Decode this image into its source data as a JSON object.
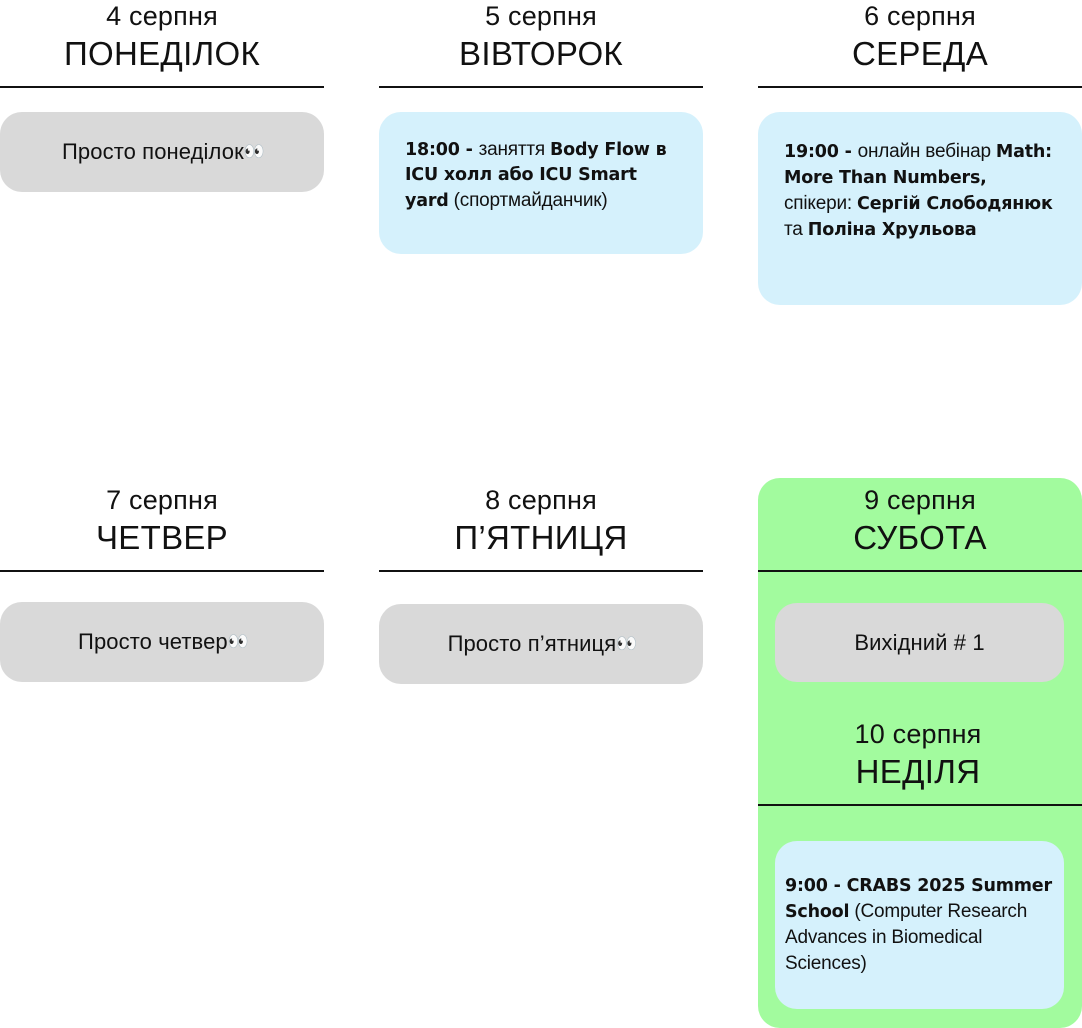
{
  "days": [
    {
      "date": "4 серпня",
      "day": "ПОНЕДІЛОК",
      "text": "Просто понеділок",
      "eyes": "👀"
    },
    {
      "date": "5 серпня",
      "day": "ВІВТОРОК",
      "event": {
        "time": "18:00",
        "dash": " - ",
        "desc": "заняття ",
        "title": "Body Flow в ICU холл або ICU Smart yard",
        "note": " (спортмайданчик)"
      }
    },
    {
      "date": "6 серпня",
      "day": "СЕРЕДА",
      "event": {
        "time": "19:00",
        "dash": " - ",
        "desc": "онлайн вебінар ",
        "title": "Math: More Than Numbers,",
        "speakers_label": " спікери: ",
        "speaker1": "Сергій Слободянюк",
        "and": " та ",
        "speaker2": "Поліна Хрульова"
      }
    },
    {
      "date": "7 серпня",
      "day": "ЧЕТВЕР",
      "text": "Просто четвер",
      "eyes": "👀"
    },
    {
      "date": "8 серпня",
      "day": "П’ЯТНИЦЯ",
      "text": "Просто п’ятниця",
      "eyes": "👀"
    },
    {
      "date": "9 серпня",
      "day": "СУБОТА",
      "text": "Вихідний # 1"
    },
    {
      "date": "10 серпня",
      "day": "НЕДІЛЯ",
      "event": {
        "title": "9:00 - CRABS 2025 Summer School",
        "note": " (Computer Research Advances in Biomedical Sciences)"
      }
    }
  ],
  "colors": {
    "gray_card": "#d9d9d9",
    "blue_card": "#d5f1fc",
    "weekend": "#a2fb9e"
  }
}
